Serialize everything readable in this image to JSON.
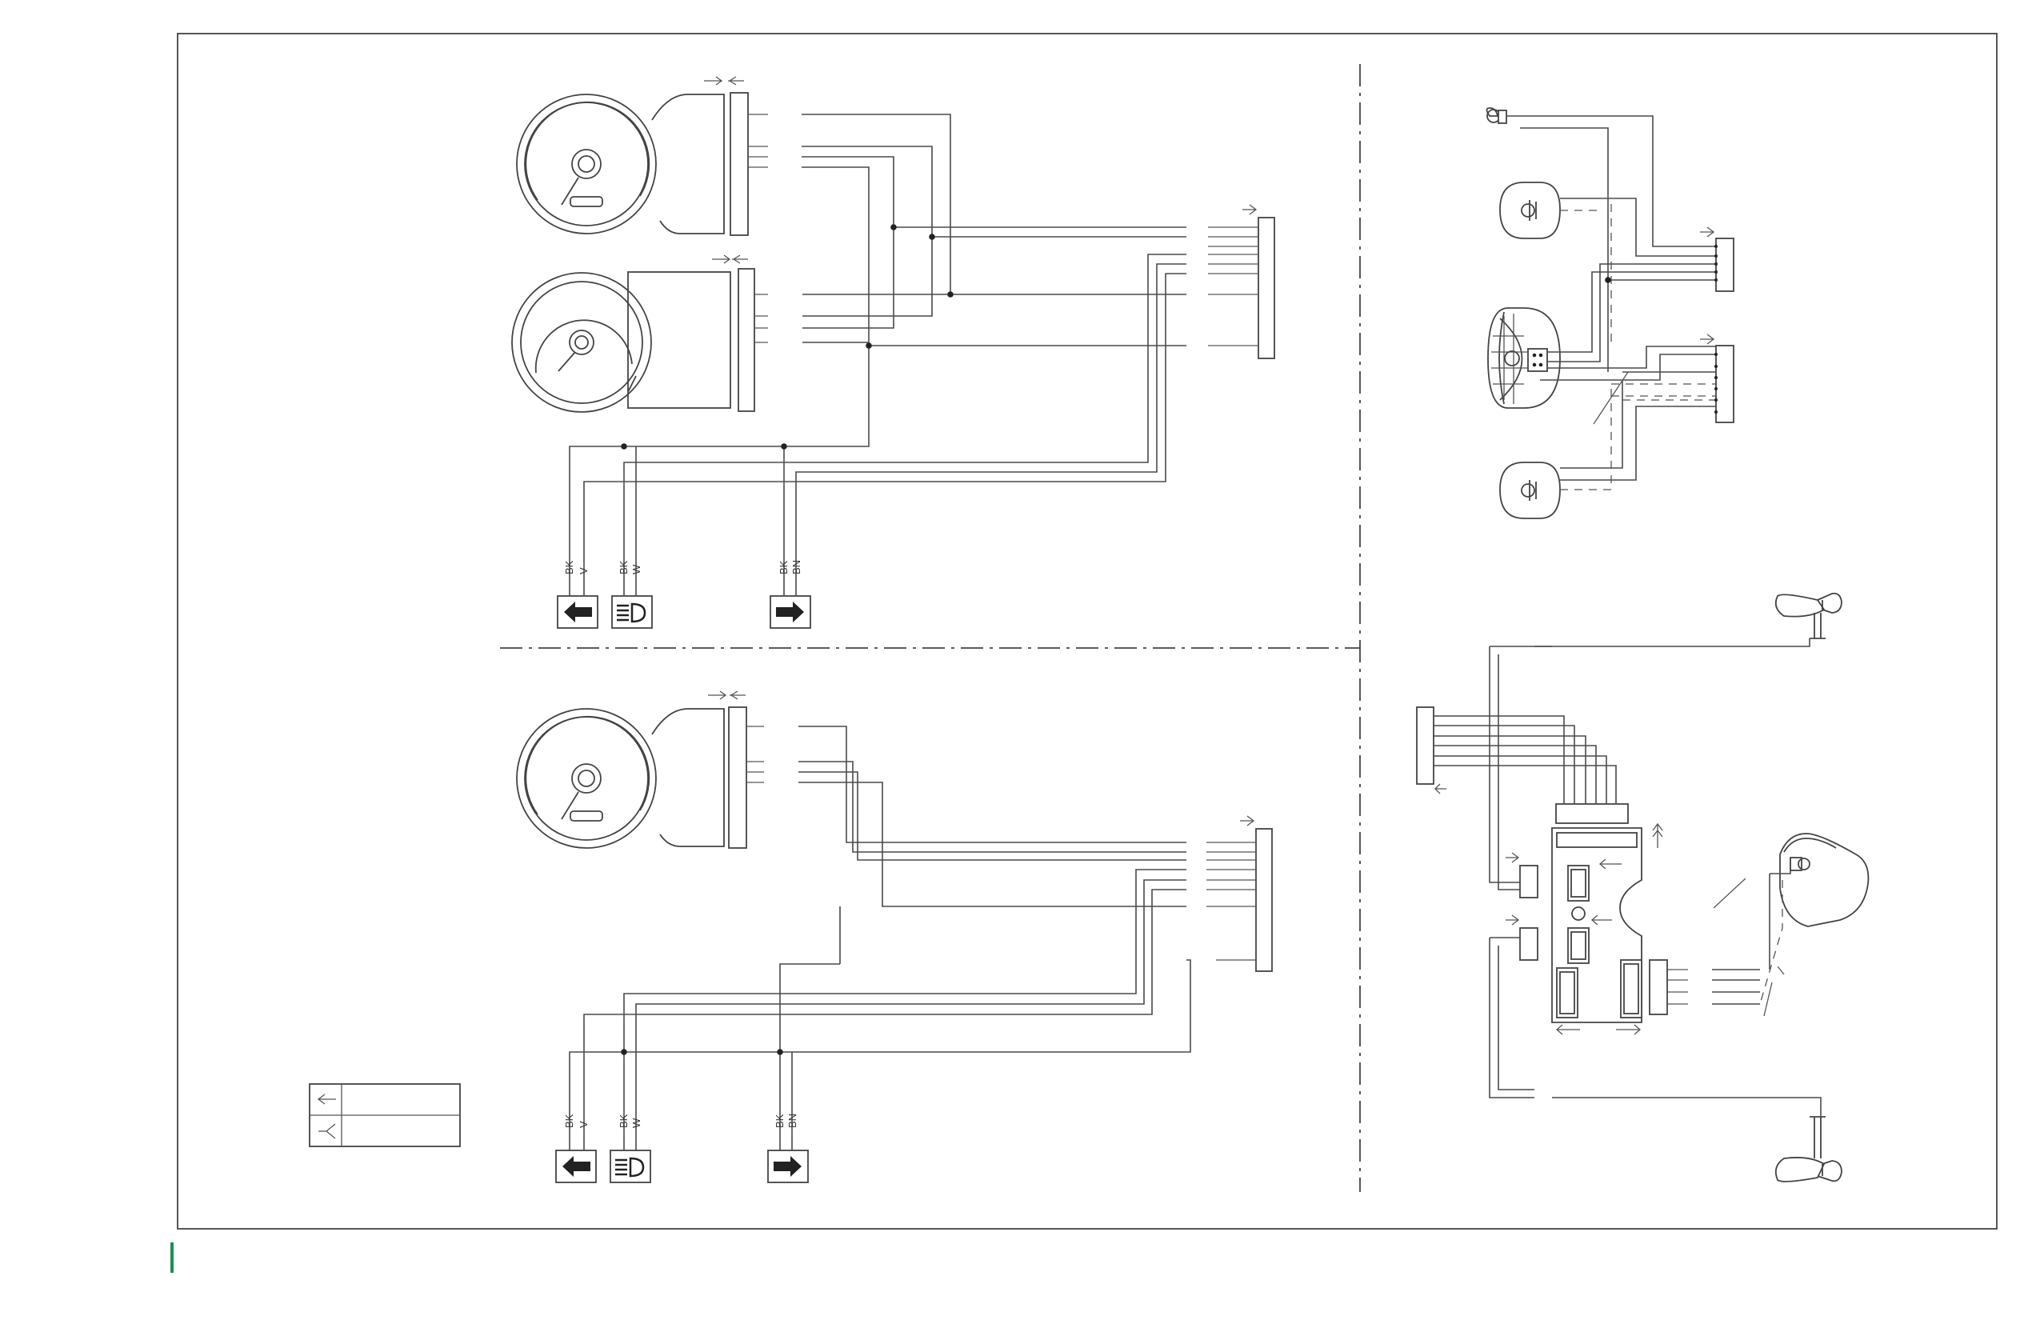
{
  "colors": {
    "accent": "#1a9150",
    "line": "#4a4a4a",
    "symbol_fill": "#222222"
  },
  "wire_labels": {
    "upper_left_turn": {
      "top": "BK",
      "bottom": "V"
    },
    "upper_headlight": {
      "top": "BK",
      "bottom": "W"
    },
    "upper_right_turn": {
      "top": "BK",
      "bottom": "BN"
    },
    "lower_left_turn": {
      "top": "BK",
      "bottom": "V"
    },
    "lower_headlight": {
      "top": "BK",
      "bottom": "W"
    },
    "lower_right_turn": {
      "top": "BK",
      "bottom": "BN"
    }
  },
  "icons": {
    "turn_left": "left-arrow-icon",
    "turn_right": "right-arrow-icon",
    "high_beam": "high-beam-icon",
    "connector_male": "male-connector-icon",
    "connector_female": "female-connector-icon"
  }
}
